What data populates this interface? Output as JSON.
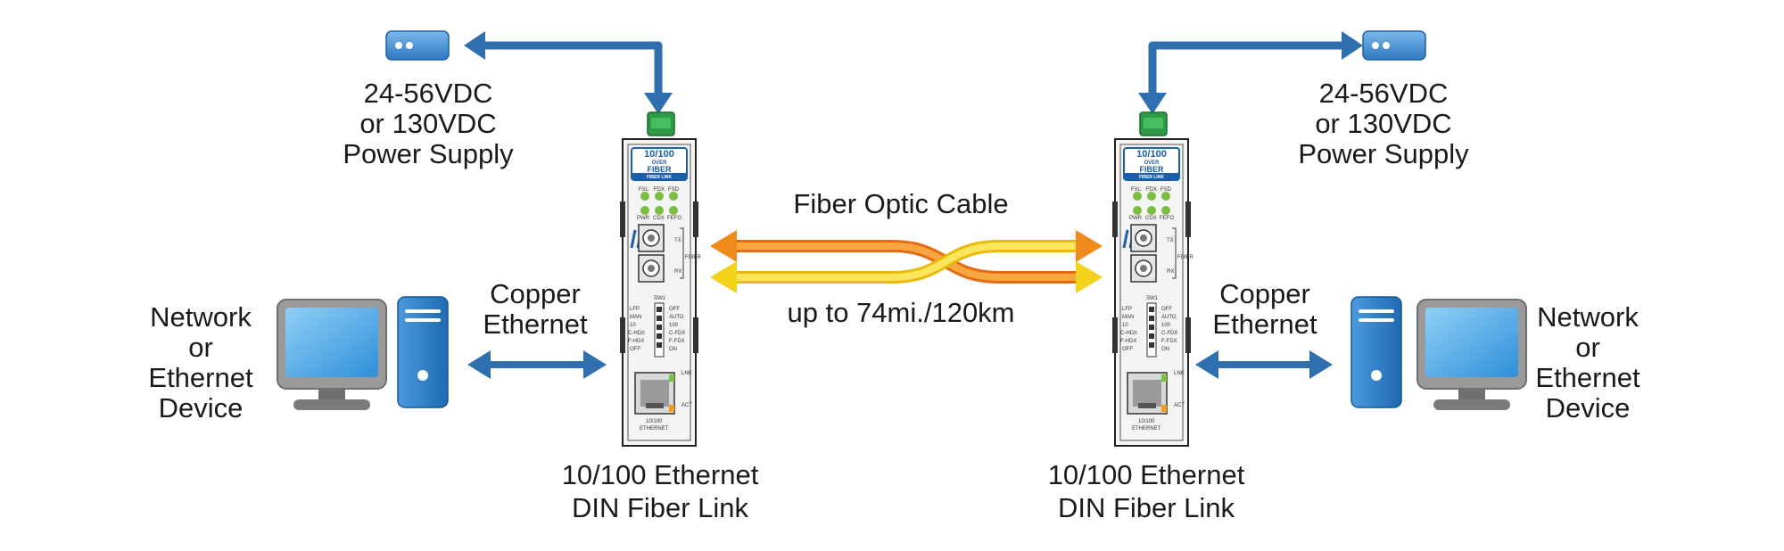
{
  "colors": {
    "arrow_blue": "#2f6fb0",
    "arrow_blue_light": "#4f93d4",
    "fiber_orange": "#f08a1c",
    "fiber_yellow": "#f2d21b",
    "connector_green": "#34a853",
    "device_body": "#f3f3f3",
    "label_blue": "#1c5ea8",
    "led_green": "#7cc043",
    "monitor_screen": "#3f9ee0",
    "tower_blue": "#2b7cc4"
  },
  "labels": {
    "power_left": [
      "24-56VDC",
      "or 130VDC",
      "Power Supply"
    ],
    "power_right": [
      "24-56VDC",
      "or 130VDC",
      "Power Supply"
    ],
    "fiber_cable": "Fiber Optic Cable",
    "distance": "up to 74mi./120km",
    "copper_left": [
      "Copper",
      "Ethernet"
    ],
    "copper_right": [
      "Copper",
      "Ethernet"
    ],
    "network_left": [
      "Network",
      "or",
      "Ethernet",
      "Device"
    ],
    "network_right": [
      "Network",
      "or",
      "Ethernet",
      "Device"
    ],
    "link_left": [
      "10/100 Ethernet",
      "DIN Fiber Link"
    ],
    "link_right": [
      "10/100 Ethernet",
      "DIN Fiber Link"
    ]
  },
  "device": {
    "badge_line1": "10/100",
    "badge_line2": "OVER",
    "badge_line3": "FIBER",
    "badge_line4": "FIBER LINK",
    "led_top_labels": [
      "FXL",
      "FDX",
      "FSD"
    ],
    "led_bottom_labels": [
      "PWR",
      "CDX",
      "FEFO"
    ],
    "tx": "TX",
    "rx": "RX",
    "fiber": "FIBER",
    "sw": "SW1",
    "switch_left": [
      "LFP",
      "MAN",
      "10",
      "C-HDX",
      "F-HDX",
      "OFF"
    ],
    "switch_right": [
      "OFF",
      "AUTO",
      "100",
      "C-FDX",
      "F-FDX",
      "ON"
    ],
    "lnk": "LNK",
    "act": "ACT",
    "eth_line1": "10/100",
    "eth_line2": "ETHERNET"
  },
  "icons": [
    "power-supply-icon",
    "desktop-computer-icon",
    "din-fiber-link-device-icon"
  ]
}
